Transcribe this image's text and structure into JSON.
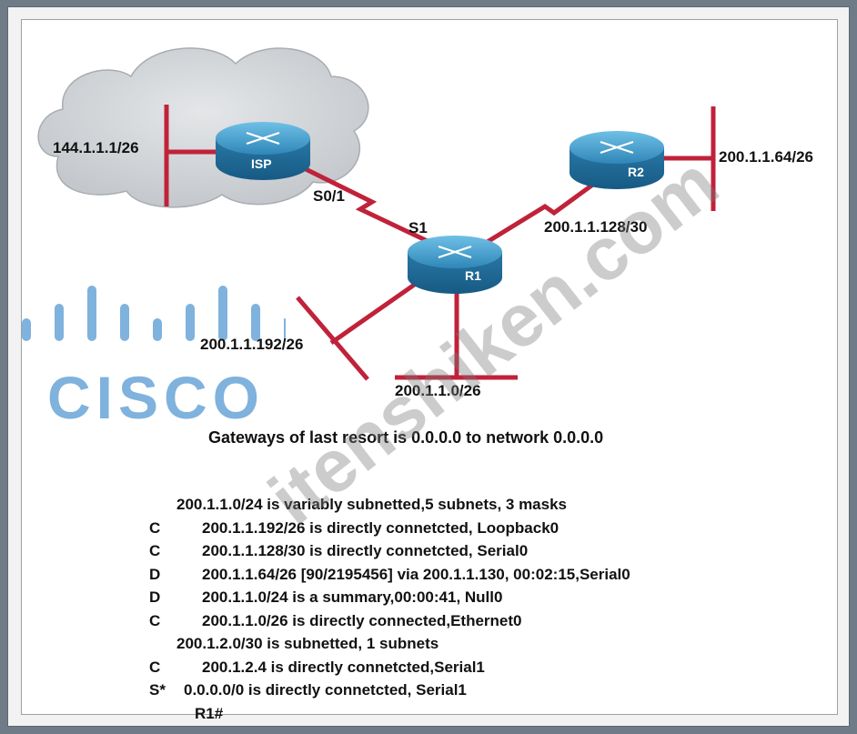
{
  "diagram": {
    "routers": [
      {
        "id": "ISP",
        "label": "ISP"
      },
      {
        "id": "R1",
        "label": "R1"
      },
      {
        "id": "R2",
        "label": "R2"
      }
    ],
    "labels": {
      "isp_lan": "144.1.1.1/26",
      "isp_port": "S0/1",
      "r1_port": "S1",
      "r2_lan": "200.1.1.64/26",
      "r1_r2_link": "200.1.1.128/30",
      "r1_loopback": "200.1.1.192/26",
      "r1_lan": "200.1.1.0/26"
    }
  },
  "gateway_line": "Gateways of last resort is 0.0.0.0 to network 0.0.0.0",
  "routing_table": [
    {
      "code": "",
      "text": "200.1.1.0/24 is variably subnetted,5 subnets, 3 masks",
      "indent": "0"
    },
    {
      "code": "C",
      "text": "200.1.1.192/26 is directly connetcted, Loopback0",
      "indent": "1"
    },
    {
      "code": "C",
      "text": "200.1.1.128/30 is directly connetcted, Serial0",
      "indent": "1"
    },
    {
      "code": "D",
      "text": "200.1.1.64/26 [90/2195456] via 200.1.1.130, 00:02:15,Serial0",
      "indent": "1"
    },
    {
      "code": "D",
      "text": "200.1.1.0/24 is a summary,00:00:41, Null0",
      "indent": "1"
    },
    {
      "code": "C",
      "text": "200.1.1.0/26 is directly connected,Ethernet0",
      "indent": "1"
    },
    {
      "code": "",
      "text": "200.1.2.0/30 is subnetted, 1 subnets",
      "indent": "0"
    },
    {
      "code": "C",
      "text": "200.1.2.4 is directly connetcted,Serial1",
      "indent": "1"
    },
    {
      "code": "S*",
      "text": "0.0.0.0/0 is directly connetcted, Serial1",
      "indent": "def"
    },
    {
      "code": "",
      "text": "R1#",
      "indent": "prompt"
    }
  ],
  "brand": {
    "logo_text": "CISCO",
    "watermark": "itenshiken.com"
  },
  "colors": {
    "link": "#c0223a",
    "router": "#2f87b8",
    "logo": "#7fb2dd"
  }
}
